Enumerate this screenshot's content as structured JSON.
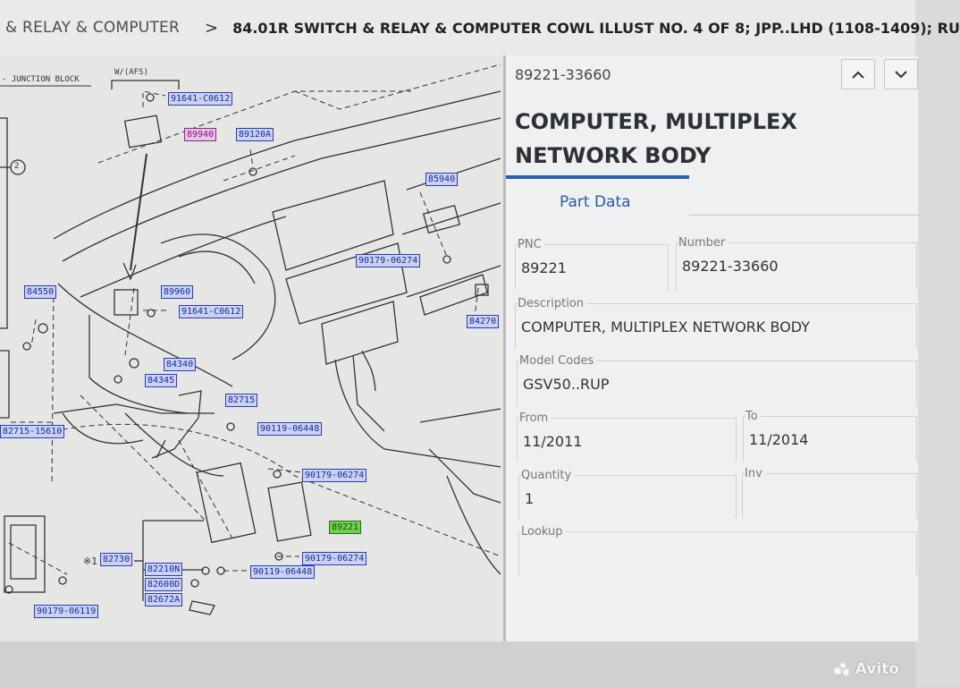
{
  "breadcrumb": {
    "parent": "& RELAY & COMPUTER",
    "separator": ">",
    "current": "84.01R SWITCH & RELAY & COMPUTER COWL ILLUST NO. 4 OF 8; JPP..LHD (1108-1409); RU"
  },
  "diagram": {
    "header_left": "- JUNCTION BLOCK",
    "header_right": "W/(AFS)",
    "circle_ref": "2",
    "star_mark": "※1",
    "labels": [
      {
        "id": "l1",
        "text": "91641-C0612"
      },
      {
        "id": "l2",
        "text": "89940"
      },
      {
        "id": "l3",
        "text": "89120A"
      },
      {
        "id": "l4",
        "text": "85940"
      },
      {
        "id": "l5",
        "text": "90179-06274"
      },
      {
        "id": "l6",
        "text": "84550"
      },
      {
        "id": "l7",
        "text": "89960"
      },
      {
        "id": "l8",
        "text": "91641-C0612"
      },
      {
        "id": "l9",
        "text": "84270"
      },
      {
        "id": "l10",
        "text": "84340"
      },
      {
        "id": "l11",
        "text": "84345"
      },
      {
        "id": "l12",
        "text": "82715"
      },
      {
        "id": "l13",
        "text": "90119-06448"
      },
      {
        "id": "l14",
        "text": "82715-15610"
      },
      {
        "id": "l15",
        "text": "90179-06274"
      },
      {
        "id": "l16",
        "text": "89221"
      },
      {
        "id": "l17",
        "text": "82730"
      },
      {
        "id": "l18",
        "text": "82210N"
      },
      {
        "id": "l19",
        "text": "90119-06448"
      },
      {
        "id": "l20",
        "text": "90179-06274"
      },
      {
        "id": "l21",
        "text": "82600D"
      },
      {
        "id": "l22",
        "text": "82672A"
      },
      {
        "id": "l23",
        "text": "90179-06119"
      }
    ]
  },
  "panel": {
    "pnc_header": "89221-33660",
    "title": "COMPUTER, MULTIPLEX NETWORK BODY",
    "tab_label": "Part Data",
    "fields": {
      "pnc": {
        "label": "PNC",
        "value": "89221"
      },
      "number": {
        "label": "Number",
        "value": "89221-33660"
      },
      "description": {
        "label": "Description",
        "value": "COMPUTER, MULTIPLEX NETWORK BODY"
      },
      "model_codes": {
        "label": "Model Codes",
        "value": "GSV50..RUP"
      },
      "from": {
        "label": "From",
        "value": "11/2011"
      },
      "to": {
        "label": "To",
        "value": "11/2014"
      },
      "quantity": {
        "label": "Quantity",
        "value": "1"
      },
      "inv": {
        "label": "Inv",
        "value": ""
      },
      "lookup": {
        "label": "Lookup",
        "value": ""
      }
    },
    "nav": {
      "up_icon": "chevron-up-icon",
      "down_icon": "chevron-down-icon"
    }
  },
  "watermark": {
    "text": "Avito"
  },
  "colors": {
    "accent": "#2b5fb4",
    "label_blue": "#2a3fb5",
    "label_pink": "#8a2a8a",
    "label_green": "#6fcf4f"
  }
}
